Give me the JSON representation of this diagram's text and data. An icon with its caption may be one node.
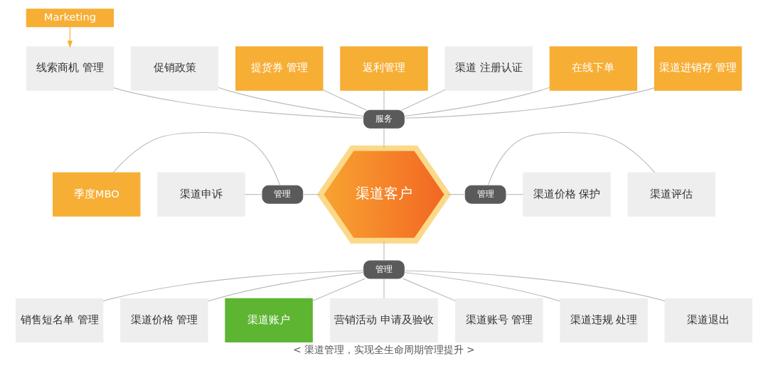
{
  "diagram": {
    "caption": "< 渠道管理，实现全生命周期管理提升 >",
    "nodes": [
      {
        "text": [
          "Marketing"
        ]
      },
      {
        "text": [
          "线索商机 管理"
        ]
      },
      {
        "text": [
          "促销政策"
        ]
      },
      {
        "text": [
          "提货券 管理"
        ]
      },
      {
        "text": [
          "返利管理"
        ]
      },
      {
        "text": [
          "渠道 注册认证"
        ]
      },
      {
        "text": [
          "在线下单"
        ]
      },
      {
        "text": [
          "渠道进销存 管理"
        ]
      },
      {
        "text": [
          "服务"
        ]
      },
      {
        "text": [
          "季度MBO"
        ]
      },
      {
        "text": [
          "渠道申诉"
        ]
      },
      {
        "text": [
          "管理"
        ]
      },
      {
        "text": [
          "渠道客户"
        ]
      },
      {
        "text": [
          "管理"
        ]
      },
      {
        "text": [
          "渠道评估"
        ]
      },
      {
        "text": [
          "渠道价格 保护"
        ]
      },
      {
        "text": [
          "管理"
        ]
      },
      {
        "text": [
          "销售短名单 管理"
        ]
      },
      {
        "text": [
          "渠道价格 管理"
        ]
      },
      {
        "text": [
          "渠道账户"
        ]
      },
      {
        "text": [
          "营销活动 申请及验收"
        ]
      },
      {
        "text": [
          "渠道账号 管理"
        ]
      },
      {
        "text": [
          "渠道违规 处理"
        ]
      },
      {
        "text": [
          "渠道退出"
        ]
      }
    ],
    "edges": [
      {
        "from": 0,
        "to": 1,
        "arrow": "to",
        "color": "#f6ae35"
      },
      {
        "from": 1,
        "to": 8,
        "arrow": "none"
      },
      {
        "from": 2,
        "to": 8,
        "arrow": "none"
      },
      {
        "from": 3,
        "to": 8,
        "arrow": "none"
      },
      {
        "from": 4,
        "to": 8,
        "arrow": "none"
      },
      {
        "from": 5,
        "to": 8,
        "arrow": "none"
      },
      {
        "from": 6,
        "to": 8,
        "arrow": "none"
      },
      {
        "from": 7,
        "to": 8,
        "arrow": "none"
      },
      {
        "from": 8,
        "to": 12,
        "arrow": "none"
      },
      {
        "from": 9,
        "to": 11,
        "arrow": "none"
      },
      {
        "from": 10,
        "to": 11,
        "arrow": "none"
      },
      {
        "from": 11,
        "to": 12,
        "arrow": "none"
      },
      {
        "from": 12,
        "to": 13,
        "arrow": "none"
      },
      {
        "from": 13,
        "to": 14,
        "arrow": "none"
      },
      {
        "from": 13,
        "to": 15,
        "arrow": "none"
      },
      {
        "from": 12,
        "to": 16,
        "arrow": "none"
      },
      {
        "from": 16,
        "to": 17,
        "arrow": "none"
      },
      {
        "from": 16,
        "to": 18,
        "arrow": "none"
      },
      {
        "from": 16,
        "to": 19,
        "arrow": "none"
      },
      {
        "from": 16,
        "to": 20,
        "arrow": "none"
      },
      {
        "from": 16,
        "to": 21,
        "arrow": "none"
      },
      {
        "from": 16,
        "to": 22,
        "arrow": "none"
      },
      {
        "from": 16,
        "to": 23,
        "arrow": "none"
      }
    ]
  }
}
